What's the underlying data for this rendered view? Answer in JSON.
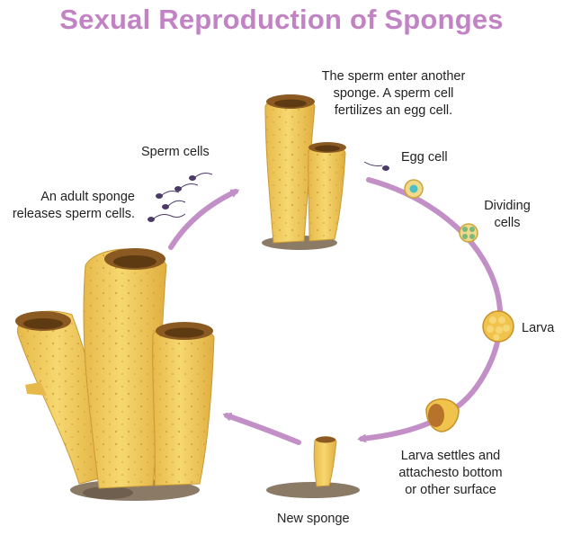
{
  "title": "Sexual Reproduction of Sponges",
  "labels": {
    "adult_sponge": [
      "An adult sponge",
      "releases sperm cells."
    ],
    "sperm_cells": "Sperm cells",
    "sperm_enter": [
      "The sperm enter another",
      "sponge. A sperm cell",
      "fertilizes an egg cell."
    ],
    "egg_cell": "Egg cell",
    "dividing_cells": [
      "Dividing",
      "cells"
    ],
    "larva": "Larva",
    "larva_settles": [
      "Larva settles and",
      "attachesto bottom",
      "or other surface"
    ],
    "new_sponge": "New sponge"
  },
  "colors": {
    "title": "#c183c4",
    "arrow": "#c28fc7",
    "sponge_body": "#f0c95a",
    "sponge_shade": "#d9a93a",
    "sponge_dark": "#8a5a22",
    "rock": "#8b7a66"
  }
}
